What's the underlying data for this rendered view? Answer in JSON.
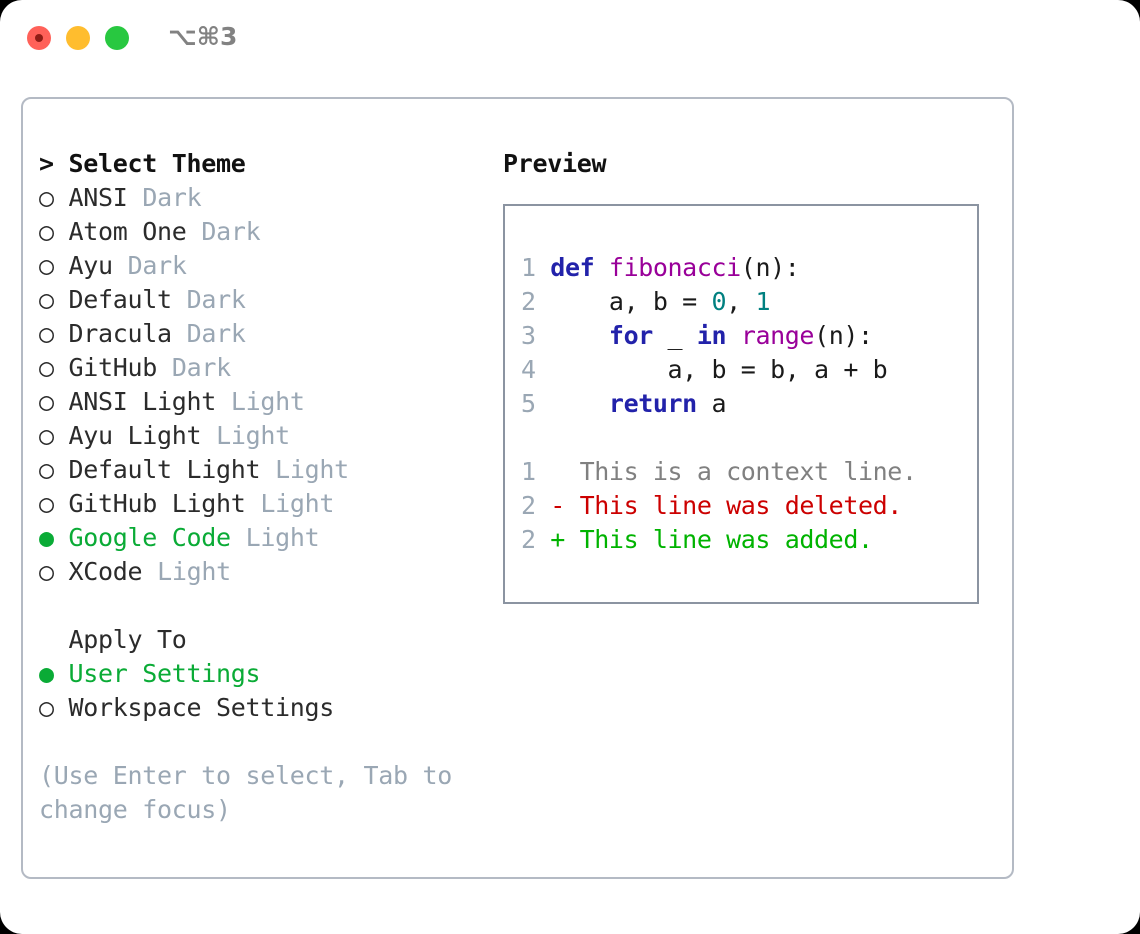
{
  "window": {
    "shortcut_label": "⌥⌘3",
    "traffic_lights": [
      "close",
      "minimize",
      "zoom"
    ]
  },
  "theme_picker": {
    "header": "> Select Theme",
    "marker_selected": "●",
    "marker_unselected": "○",
    "options": [
      {
        "marker": "○",
        "label": "ANSI",
        "badge": "Dark",
        "selected": false
      },
      {
        "marker": "○",
        "label": "Atom One",
        "badge": "Dark",
        "selected": false
      },
      {
        "marker": "○",
        "label": "Ayu",
        "badge": "Dark",
        "selected": false
      },
      {
        "marker": "○",
        "label": "Default",
        "badge": "Dark",
        "selected": false
      },
      {
        "marker": "○",
        "label": "Dracula",
        "badge": "Dark",
        "selected": false
      },
      {
        "marker": "○",
        "label": "GitHub",
        "badge": "Dark",
        "selected": false
      },
      {
        "marker": "○",
        "label": "ANSI Light",
        "badge": "Light",
        "selected": false
      },
      {
        "marker": "○",
        "label": "Ayu Light",
        "badge": "Light",
        "selected": false
      },
      {
        "marker": "○",
        "label": "Default Light",
        "badge": "Light",
        "selected": false
      },
      {
        "marker": "○",
        "label": "GitHub Light",
        "badge": "Light",
        "selected": false
      },
      {
        "marker": "●",
        "label": "Google Code",
        "badge": "Light",
        "selected": true
      },
      {
        "marker": "○",
        "label": "XCode",
        "badge": "Light",
        "selected": false
      }
    ]
  },
  "apply_to": {
    "header": "  Apply To",
    "options": [
      {
        "marker": "●",
        "label": "User Settings",
        "selected": true
      },
      {
        "marker": "○",
        "label": "Workspace Settings",
        "selected": false
      }
    ]
  },
  "hint": {
    "line1": "(Use Enter to select, Tab to",
    "line2": "change focus)"
  },
  "preview": {
    "title": "Preview",
    "code_lines": [
      {
        "num": "1",
        "tokens": [
          {
            "t": " def ",
            "c": "kw"
          },
          {
            "t": "fibonacci",
            "c": "fn"
          },
          {
            "t": "(n):",
            "c": "plain"
          }
        ]
      },
      {
        "num": "2",
        "tokens": [
          {
            "t": "     a, b = ",
            "c": "plain"
          },
          {
            "t": "0",
            "c": "num"
          },
          {
            "t": ", ",
            "c": "plain"
          },
          {
            "t": "1",
            "c": "num"
          }
        ]
      },
      {
        "num": "3",
        "tokens": [
          {
            "t": "     for",
            "c": "kw"
          },
          {
            "t": " _ ",
            "c": "plain"
          },
          {
            "t": "in",
            "c": "kw"
          },
          {
            "t": " ",
            "c": "plain"
          },
          {
            "t": "range",
            "c": "fn"
          },
          {
            "t": "(n):",
            "c": "plain"
          }
        ]
      },
      {
        "num": "4",
        "tokens": [
          {
            "t": "         a, b = b, a + b",
            "c": "plain"
          }
        ]
      },
      {
        "num": "5",
        "tokens": [
          {
            "t": "     return",
            "c": "kw"
          },
          {
            "t": " a",
            "c": "plain"
          }
        ]
      },
      {
        "num": "",
        "tokens": [
          {
            "t": "",
            "c": "plain"
          }
        ]
      },
      {
        "num": "1",
        "tokens": [
          {
            "t": "   This is a context line.",
            "c": "ctx"
          }
        ]
      },
      {
        "num": "2",
        "tokens": [
          {
            "t": " - This line was deleted.",
            "c": "del"
          }
        ]
      },
      {
        "num": "2",
        "tokens": [
          {
            "t": " + This line was added.",
            "c": "add"
          }
        ]
      }
    ]
  },
  "colors": {
    "page_background": "#000000",
    "window_background": "#ffffff",
    "dialog_border": "#b4bac4",
    "preview_border": "#8b94a1",
    "accent_green": "#0aab36",
    "muted_text": "#9aa7b4",
    "keyword_blue": "#2222aa",
    "function_purple": "#990099",
    "number_teal": "#008080",
    "diff_deleted_red": "#cc0000",
    "diff_added_green": "#00b300",
    "context_gray": "#808080",
    "light_red": "#ff6159",
    "light_yellow": "#ffbd2e",
    "light_green": "#28c840"
  }
}
